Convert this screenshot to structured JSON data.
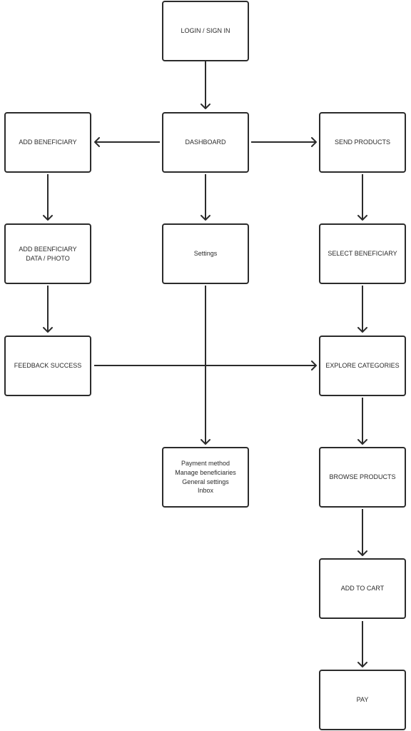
{
  "nodes": {
    "login": "LOGIN / SIGN IN",
    "dashboard": "DASHBOARD",
    "add_beneficiary": "ADD BENEFICIARY",
    "send_products": "SEND PRODUCTS",
    "add_beneficiary_data": "ADD BEENFICIARY DATA / PHOTO",
    "settings": "Settings",
    "select_beneficiary": "SELECT BENEFICIARY",
    "feedback_success": "FEEDBACK SUCCESS",
    "explore_categories": "EXPLORE CATEGORIES",
    "settings_list": [
      "Payment method",
      "Manage beneficiaries",
      "General settings",
      "Inbox"
    ],
    "browse_products": "BROWSE PRODUCTS",
    "add_to_cart": "ADD TO CART",
    "pay": "PAY"
  },
  "colors": {
    "stroke": "#2b2b2b",
    "background": "#ffffff"
  }
}
